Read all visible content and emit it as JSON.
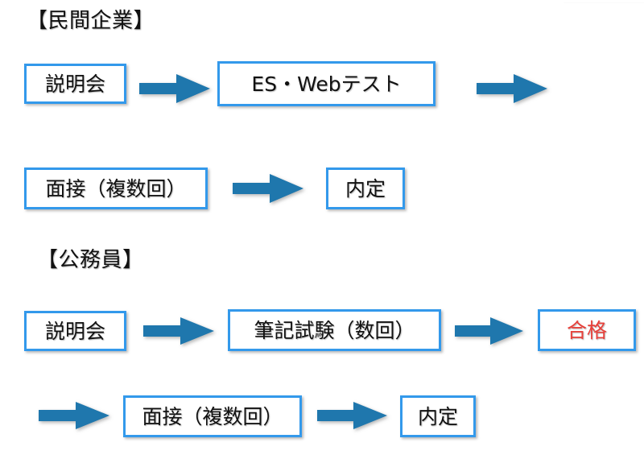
{
  "diagram": {
    "title_private": "【民間企業】",
    "title_public": "【公務員】",
    "accent_color": "#3399eb",
    "arrow_color": "#1f77ad",
    "highlight_text_color": "#e8403a",
    "text_color": "#111111",
    "background_color": "#ffffff",
    "sections": [
      {
        "id": "private-company",
        "heading": "【民間企業】",
        "rows": [
          {
            "id": "private-row-1",
            "items": [
              {
                "kind": "box",
                "label": "説明会",
                "highlight": false
              },
              {
                "kind": "arrow",
                "label": "arrow-right"
              },
              {
                "kind": "box",
                "label": "ES・Webテスト",
                "highlight": false
              },
              {
                "kind": "arrow",
                "label": "arrow-right"
              }
            ]
          },
          {
            "id": "private-row-2",
            "items": [
              {
                "kind": "box",
                "label": "面接（複数回）",
                "highlight": false
              },
              {
                "kind": "arrow",
                "label": "arrow-right"
              },
              {
                "kind": "box",
                "label": "内定",
                "highlight": false
              }
            ]
          }
        ]
      },
      {
        "id": "public-servant",
        "heading": "【公務員】",
        "rows": [
          {
            "id": "public-row-1",
            "items": [
              {
                "kind": "box",
                "label": "説明会",
                "highlight": false
              },
              {
                "kind": "arrow",
                "label": "arrow-right"
              },
              {
                "kind": "box",
                "label": "筆記試験（数回）",
                "highlight": false
              },
              {
                "kind": "arrow",
                "label": "arrow-right"
              },
              {
                "kind": "box",
                "label": "合格",
                "highlight": true
              }
            ]
          },
          {
            "id": "public-row-2",
            "items": [
              {
                "kind": "arrow",
                "label": "arrow-right"
              },
              {
                "kind": "box",
                "label": "面接（複数回）",
                "highlight": false
              },
              {
                "kind": "arrow",
                "label": "arrow-right"
              },
              {
                "kind": "box",
                "label": "内定",
                "highlight": false
              }
            ]
          }
        ]
      }
    ],
    "labels": {
      "heading_private": "【民間企業】",
      "heading_public": "【公務員】",
      "box_setsumeikai_1": "説明会",
      "box_es_web": "ES・Webテスト",
      "box_mensetsu_1": "面接（複数回）",
      "box_naitei_1": "内定",
      "box_setsumeikai_2": "説明会",
      "box_hikki": "筆記試験（数回）",
      "box_goukaku": "合格",
      "box_mensetsu_2": "面接（複数回）",
      "box_naitei_2": "内定"
    }
  }
}
